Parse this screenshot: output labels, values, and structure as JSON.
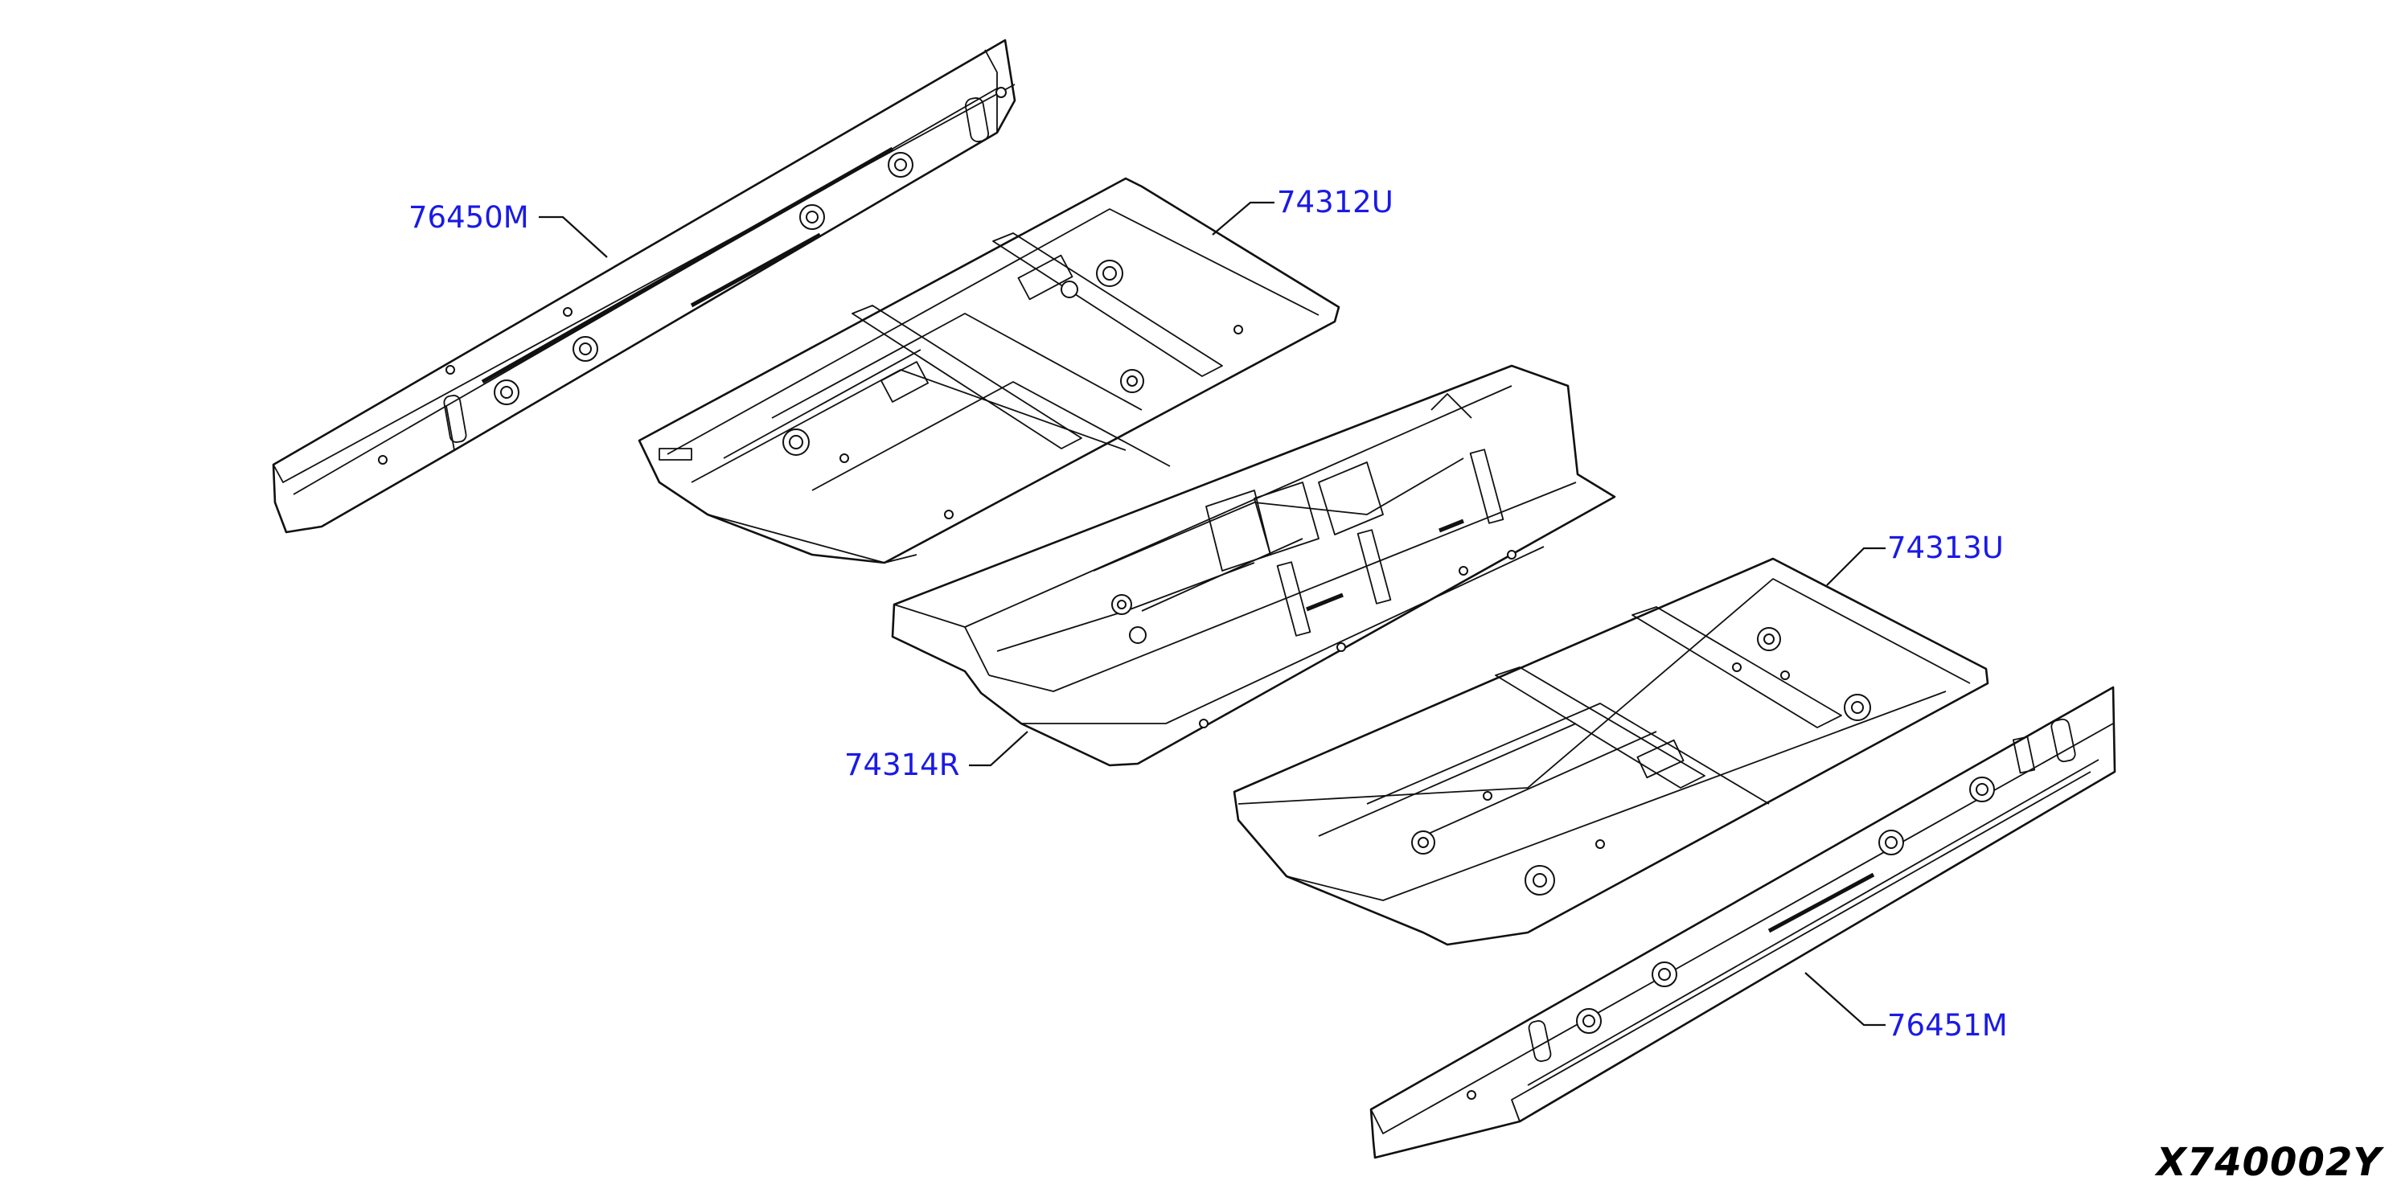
{
  "diagram_code": "X740002Y",
  "parts": [
    {
      "id": "76450M",
      "label": "76450M",
      "name": "side-member-sill-left"
    },
    {
      "id": "74312U",
      "label": "74312U",
      "name": "floor-panel-front"
    },
    {
      "id": "74314R",
      "label": "74314R",
      "name": "floor-panel-center"
    },
    {
      "id": "74313U",
      "label": "74313U",
      "name": "floor-panel-rear"
    },
    {
      "id": "76451M",
      "label": "76451M",
      "name": "side-member-sill-right"
    }
  ],
  "colors": {
    "label": "#1a1ae6",
    "line": "#111111",
    "background": "#ffffff"
  }
}
